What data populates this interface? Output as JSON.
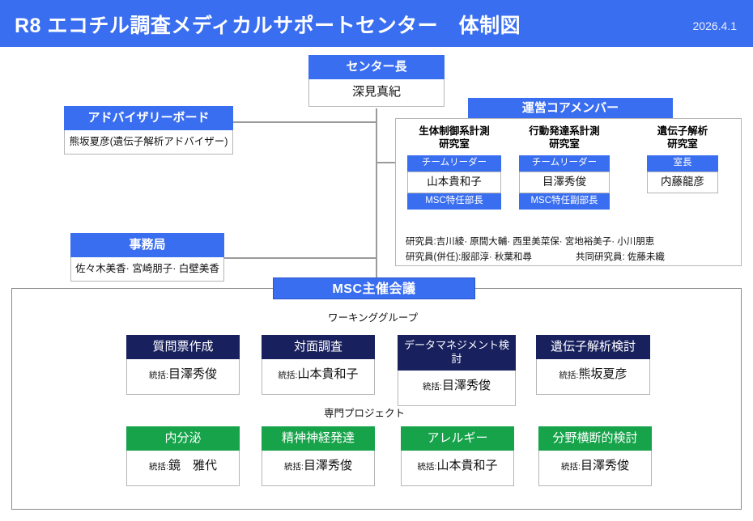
{
  "header": {
    "title": "R8 エコチル調査メディカルサポートセンター　体制図",
    "date": "2026.4.1",
    "bg_color": "#3a6ef0"
  },
  "center_chief": {
    "role": "センター長",
    "name": "深見真紀"
  },
  "advisory_board": {
    "title": "アドバイザリーボード",
    "members": "熊坂夏彦(遺伝子解析アドバイザー)"
  },
  "secretariat": {
    "title": "事務局",
    "members": "佐々木美香· 宮崎朋子· 白壁美香"
  },
  "core_members": {
    "banner": "運営コアメンバー",
    "labs": [
      {
        "title": "生体制御系計測\n研究室",
        "role": "チームリーダー",
        "name": "山本貴和子",
        "subrole": "MSC特任部長"
      },
      {
        "title": "行動発達系計測\n研究室",
        "role": "チームリーダー",
        "name": "目澤秀俊",
        "subrole": "MSC特任副部長"
      },
      {
        "title": "遺伝子解析\n研究室",
        "role": "室長",
        "name": "内藤龍彦",
        "subrole": ""
      }
    ],
    "staff_line_1": "研究員:吉川綾· 原間大輔· 西里美菜保· 宮地裕美子· 小川朋恵",
    "staff_line_2": "研究員(併任):服部淳· 秋葉和尋",
    "staff_line_2b": "共同研究員: 佐藤未織"
  },
  "msc": {
    "banner": "MSC主催会議",
    "working_group_label": "ワーキンググループ",
    "project_label": "専門プロジェクト",
    "wg_color": "#18205e",
    "pj_color": "#16a34a",
    "working_groups": [
      {
        "title": "質問票作成",
        "lead_prefix": "統括:",
        "lead": "目澤秀俊"
      },
      {
        "title": "対面調査",
        "lead_prefix": "統括:",
        "lead": "山本貴和子"
      },
      {
        "title": "データマネジメント検討",
        "lead_prefix": "統括:",
        "lead": "目澤秀俊"
      },
      {
        "title": "遺伝子解析検討",
        "lead_prefix": "統括:",
        "lead": "熊坂夏彦"
      }
    ],
    "projects": [
      {
        "title": "内分泌",
        "lead_prefix": "統括:",
        "lead": "鏡　雅代"
      },
      {
        "title": "精神神経発達",
        "lead_prefix": "統括:",
        "lead": "目澤秀俊"
      },
      {
        "title": "アレルギー",
        "lead_prefix": "統括:",
        "lead": "山本貴和子"
      },
      {
        "title": "分野横断的検討",
        "lead_prefix": "統括:",
        "lead": "目澤秀俊"
      }
    ]
  }
}
